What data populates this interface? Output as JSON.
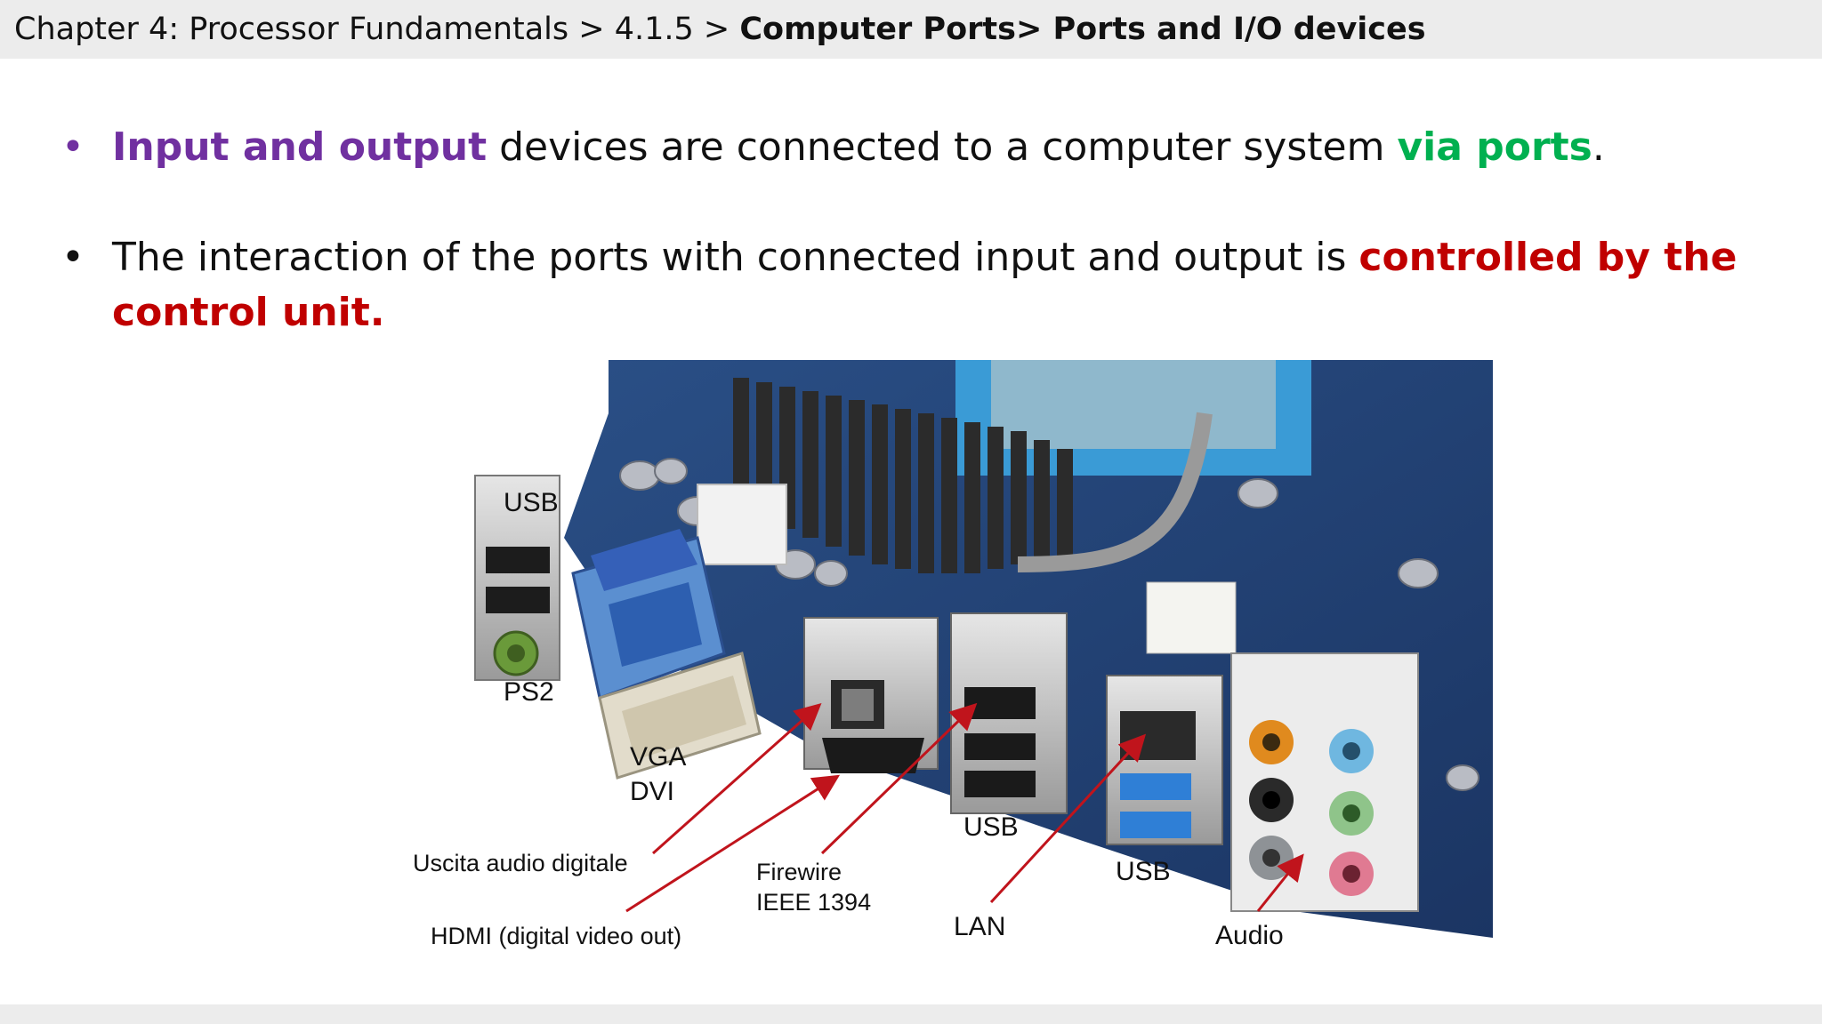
{
  "breadcrumb": {
    "path": "Chapter 4: Processor Fundamentals > 4.1.5 > ",
    "current": "Computer Ports> Ports and I/O devices"
  },
  "bullets": [
    {
      "dot": "•",
      "part1": "Input and output",
      "part2": " devices are connected to a computer system ",
      "part3": "via ports",
      "part4": "."
    },
    {
      "dot": "•",
      "part1": "The interaction of the ports with connected input and output is ",
      "part2": "controlled by the control unit."
    }
  ],
  "figure": {
    "labels": {
      "usb_top": "USB",
      "ps2": "PS2",
      "vga": "VGA",
      "dvi": "DVI",
      "uscita": "Uscita audio digitale",
      "hdmi": "HDMI (digital video out)",
      "firewire": "Firewire",
      "ieee": "IEEE 1394",
      "usb_mid": "USB",
      "lan": "LAN",
      "usb_right": "USB",
      "audio": "Audio"
    }
  },
  "colors": {
    "accent_purple": "#7030a0",
    "accent_green": "#00b050",
    "accent_red": "#c00000",
    "arrow": "#c0141c"
  }
}
